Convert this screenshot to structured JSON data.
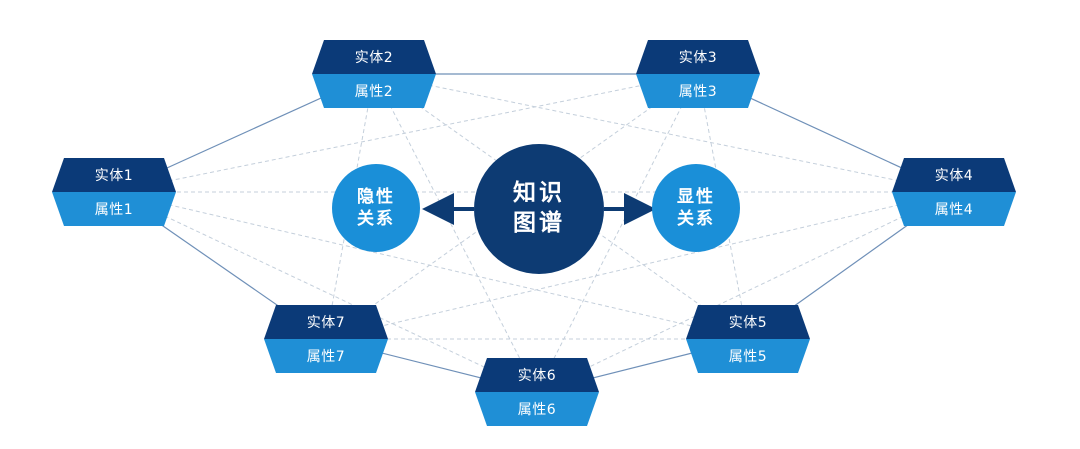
{
  "colors": {
    "entity_dark": "#0b3a78",
    "attribute_light": "#1f8fd6",
    "center": "#0d3b73",
    "side": "#1a8fd8",
    "solid_line": "#6f90b8",
    "dashed_line": "#c4cfdb"
  },
  "center": {
    "line1": "知识",
    "line2": "图谱"
  },
  "left_circle": {
    "line1": "隐性",
    "line2": "关系"
  },
  "right_circle": {
    "line1": "显性",
    "line2": "关系"
  },
  "nodes": [
    {
      "entity": "实体1",
      "attribute": "属性1"
    },
    {
      "entity": "实体2",
      "attribute": "属性2"
    },
    {
      "entity": "实体3",
      "attribute": "属性3"
    },
    {
      "entity": "实体4",
      "attribute": "属性4"
    },
    {
      "entity": "实体5",
      "attribute": "属性5"
    },
    {
      "entity": "实体6",
      "attribute": "属性6"
    },
    {
      "entity": "实体7",
      "attribute": "属性7"
    }
  ]
}
